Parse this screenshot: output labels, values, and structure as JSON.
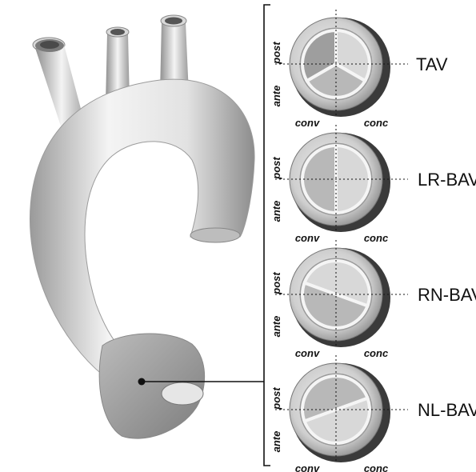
{
  "panels": [
    {
      "label": "TAV",
      "post": "post",
      "ante": "ante",
      "conv": "conv",
      "conc": "conc"
    },
    {
      "label": "LR-BAV",
      "post": "post",
      "ante": "ante",
      "conv": "conv",
      "conc": "conc"
    },
    {
      "label": "RN-BAV",
      "post": "post",
      "ante": "ante",
      "conv": "conv",
      "conc": "conc"
    },
    {
      "label": "NL-BAV",
      "post": "post",
      "ante": "ante",
      "conv": "conv",
      "conc": "conc"
    }
  ],
  "colors": {
    "background": "#ffffff",
    "line": "#111111",
    "aorta_light": "#f2f2f2",
    "aorta_shadow": "#8a8a8a",
    "valve_dark": "#333333"
  }
}
